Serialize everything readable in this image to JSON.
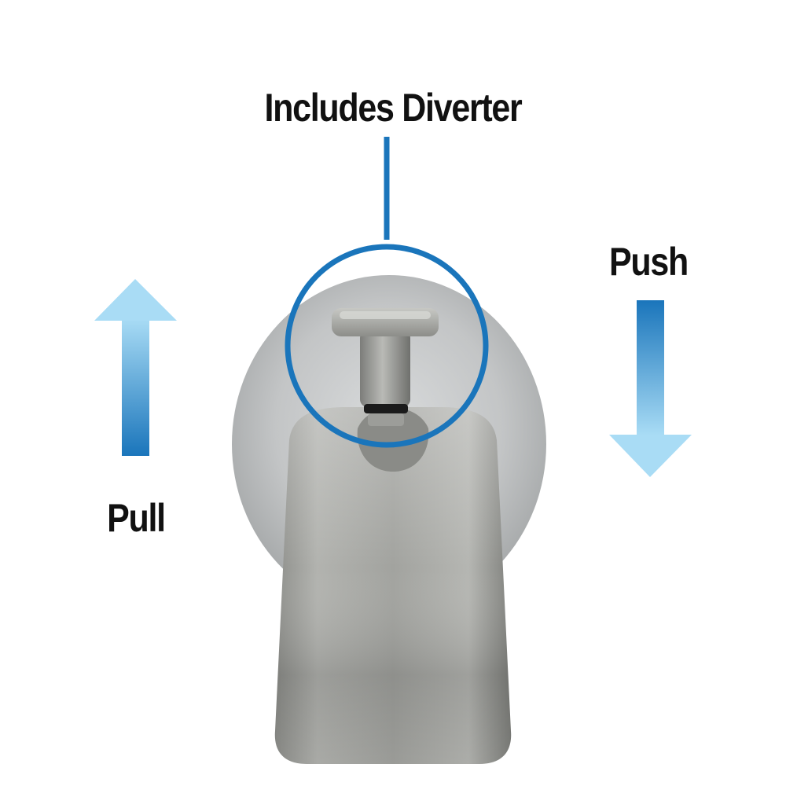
{
  "callout": {
    "title": "Includes Diverter"
  },
  "arrows": {
    "push_label": "Push",
    "pull_label": "Pull",
    "push_icon": "arrow-down-icon",
    "pull_icon": "arrow-up-icon"
  },
  "colors": {
    "accent_blue": "#1a75bb",
    "light_blue": "#8fd0f2",
    "metal": "#a9aaa7",
    "text": "#111111"
  }
}
